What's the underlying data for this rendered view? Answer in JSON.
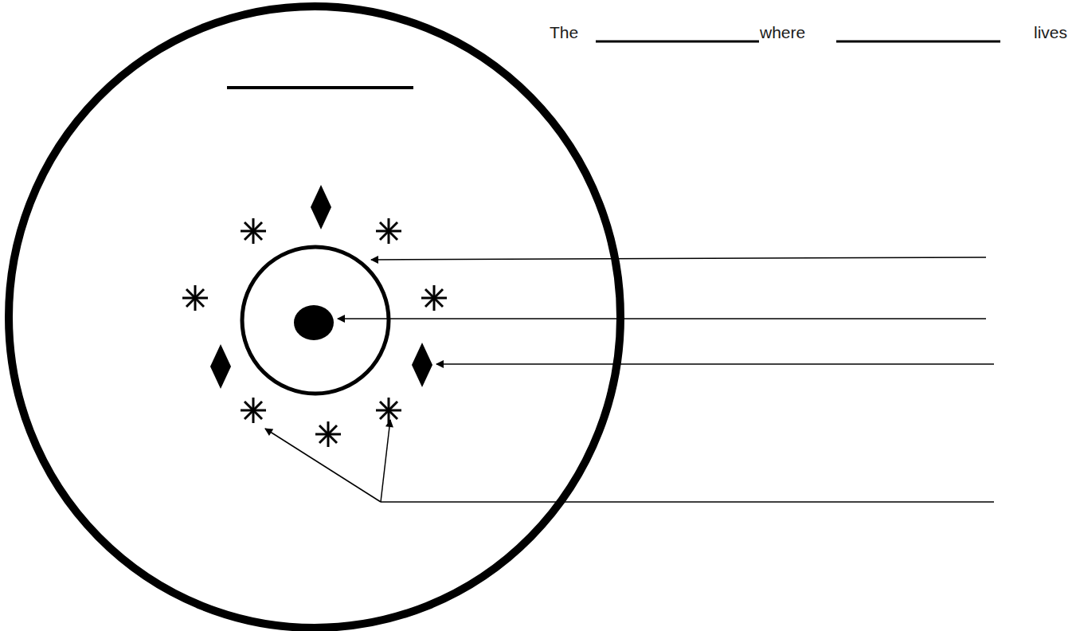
{
  "diagram": {
    "labels": [
      "The",
      "where",
      "lives"
    ]
  }
}
